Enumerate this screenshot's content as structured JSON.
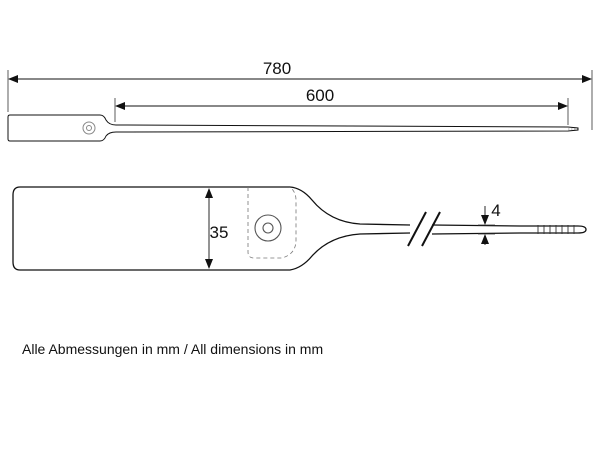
{
  "dimensions": {
    "overall_length": "780",
    "tail_length": "600",
    "tag_height": "35",
    "strap_width": "4"
  },
  "caption": "Alle Abmessungen in mm / All dimensions in mm",
  "colors": {
    "line": "#111111",
    "hole": "#888888",
    "background": "#ffffff"
  }
}
